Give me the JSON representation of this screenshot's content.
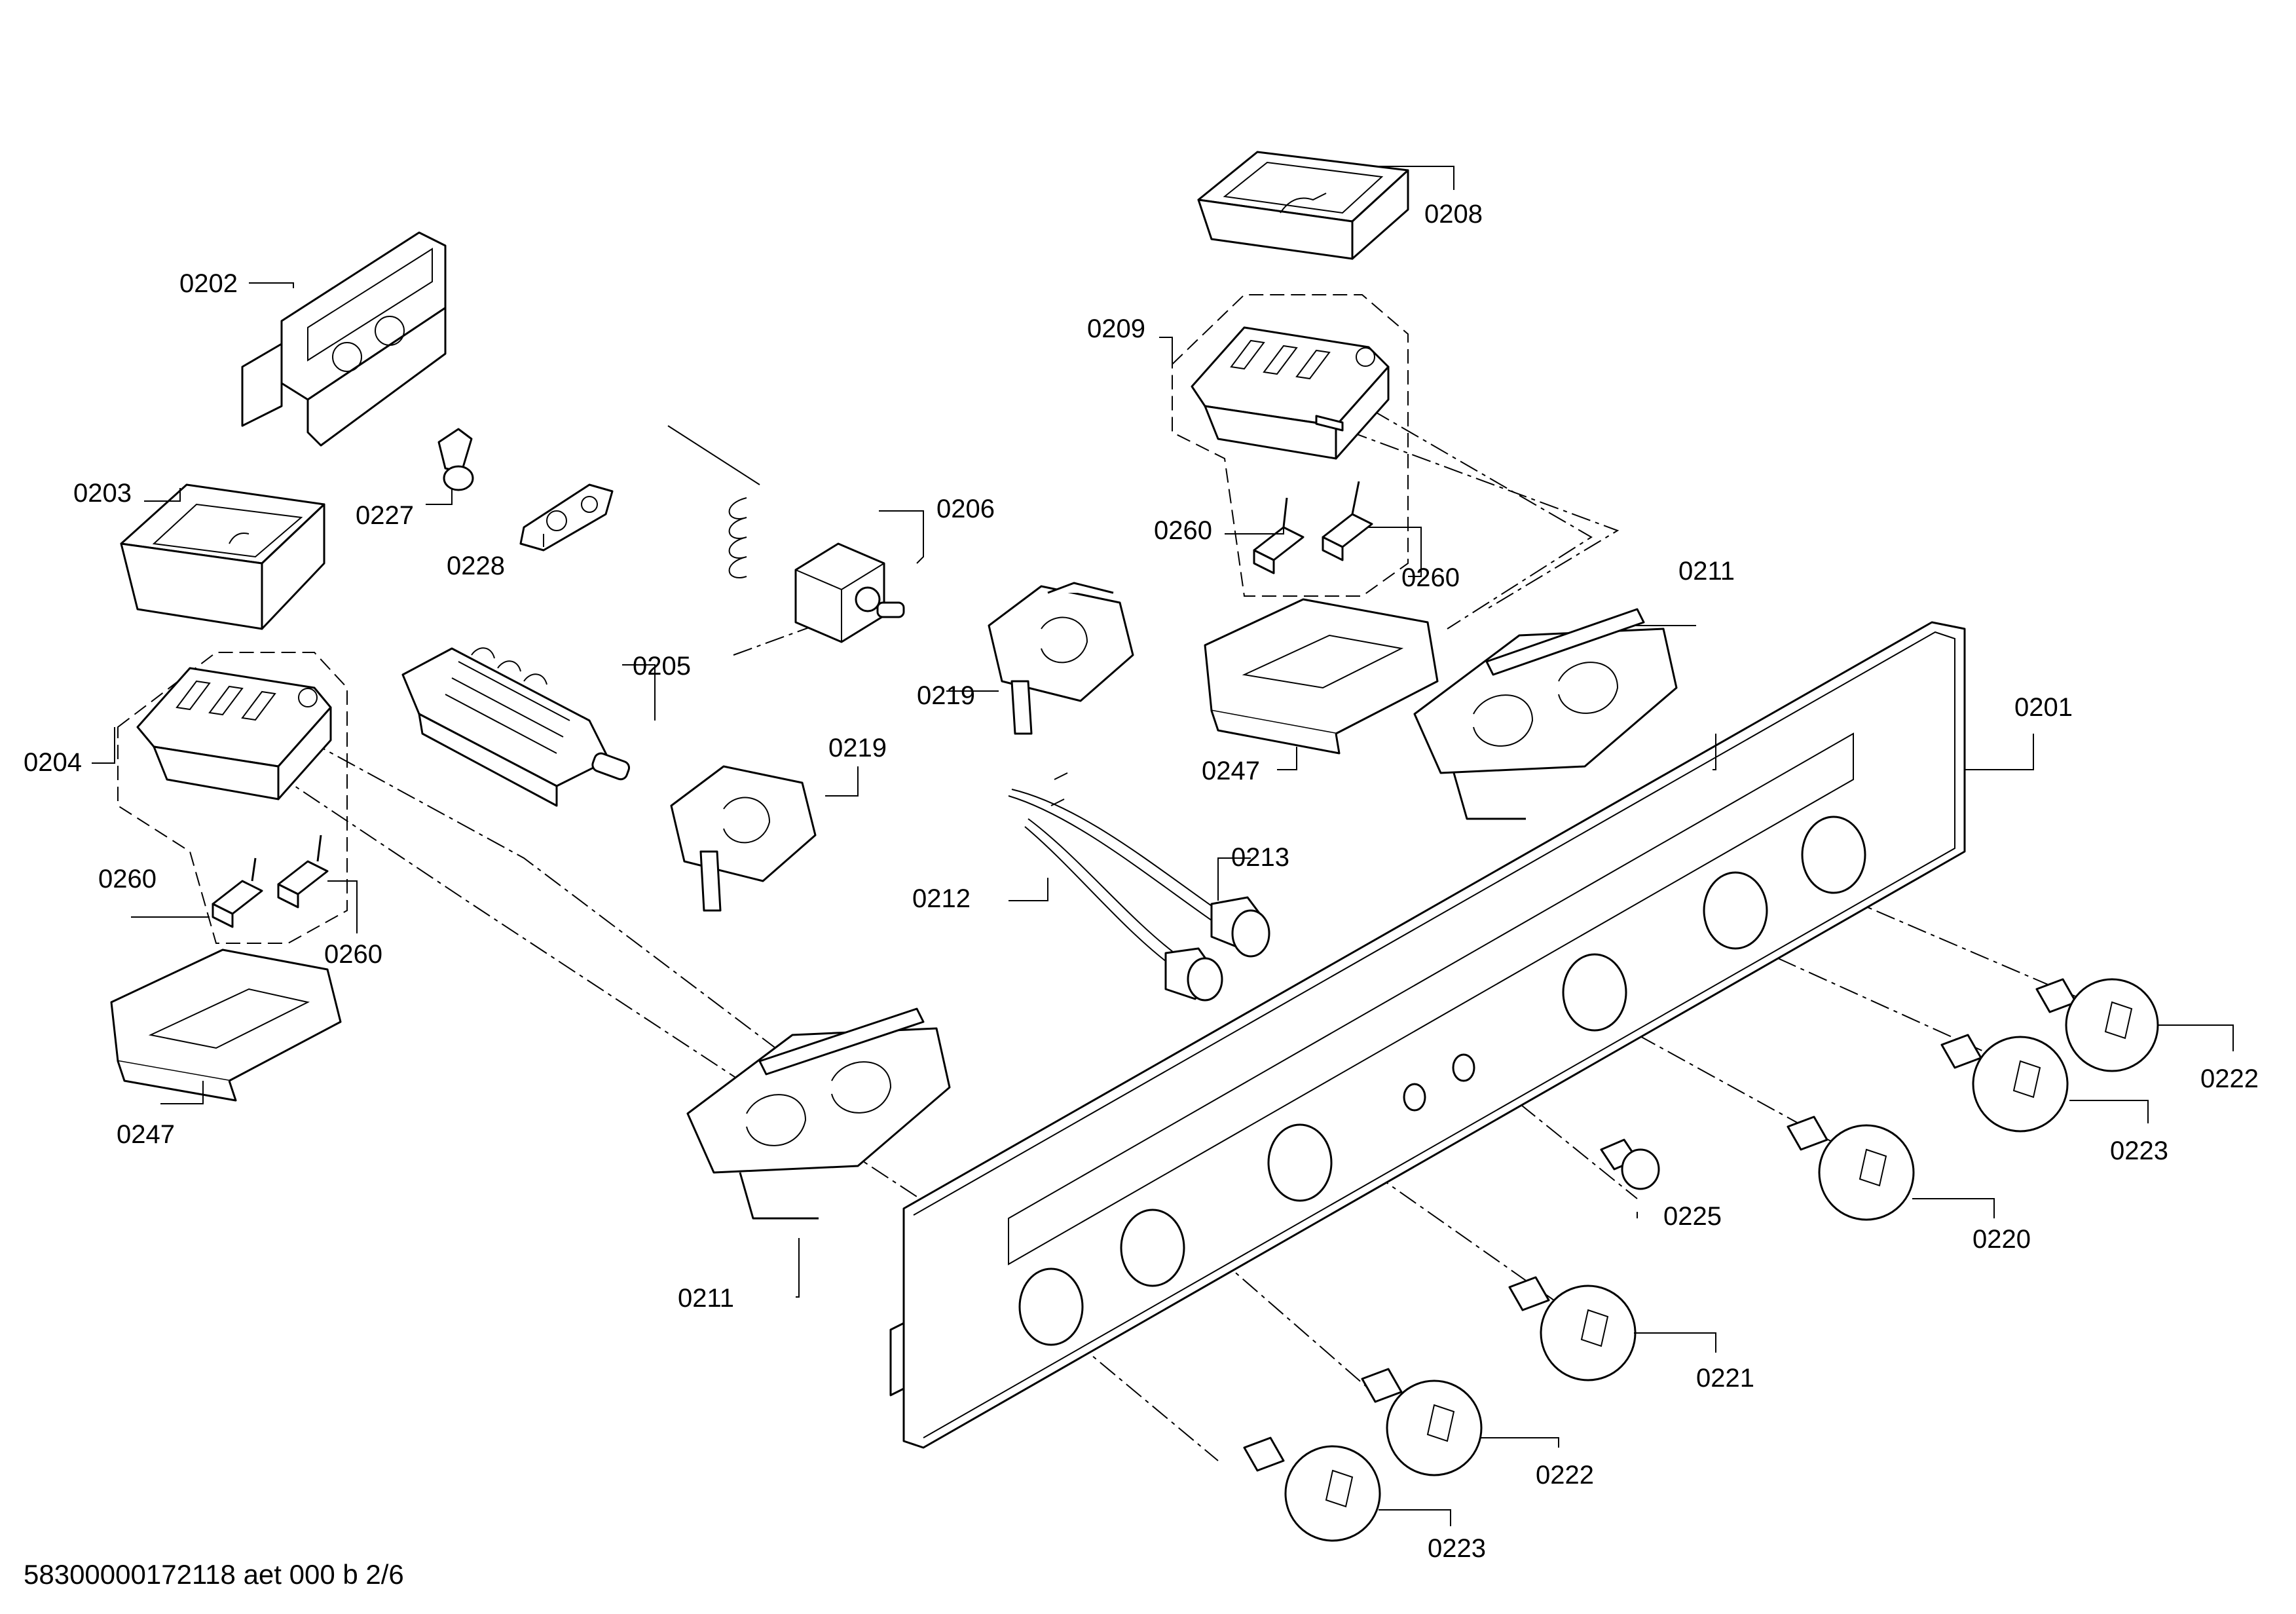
{
  "labels": {
    "p0201": "0201",
    "p0202": "0202",
    "p0203": "0203",
    "p0204": "0204",
    "p0205": "0205",
    "p0206": "0206",
    "p0208": "0208",
    "p0209": "0209",
    "p0211_top": "0211",
    "p0211_bottom": "0211",
    "p0212": "0212",
    "p0213": "0213",
    "p0219_top": "0219",
    "p0219_bottom": "0219",
    "p0220": "0220",
    "p0221": "0221",
    "p0222_right": "0222",
    "p0222_bottom": "0222",
    "p0223_right": "0223",
    "p0223_bottom": "0223",
    "p0225": "0225",
    "p0227": "0227",
    "p0228": "0228",
    "p0247_left": "0247",
    "p0247_right": "0247",
    "p0260_left_a": "0260",
    "p0260_left_b": "0260",
    "p0260_right_a": "0260",
    "p0260_right_b": "0260"
  },
  "footer": {
    "doc_id": "58300000172118 aet 000 b 2/6"
  }
}
